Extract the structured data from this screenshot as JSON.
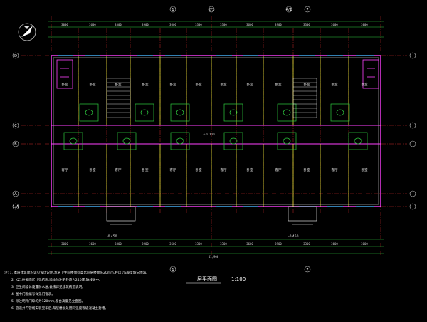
{
  "drawing": {
    "title": "一层平面图",
    "scale": "1:100",
    "top_axes": [
      "1",
      "2/1",
      "4/1",
      "7"
    ],
    "bottom_axes": [
      "1",
      "7"
    ],
    "left_axes": [
      "D",
      "C",
      "B",
      "A",
      "1/A"
    ],
    "rooms_north": [
      "卧室",
      "卧室",
      "卧室",
      "卧室",
      "卧室",
      "卧室",
      "卧室",
      "卧室",
      "卧室",
      "卧室",
      "卧室",
      "卧室"
    ],
    "rooms_south": [
      "客厅",
      "卧室",
      "客厅",
      "卧室",
      "客厅",
      "卧室",
      "客厅",
      "卧室",
      "客厅",
      "卧室",
      "客厅",
      "卧室"
    ],
    "top_dims": [
      "3000",
      "3600",
      "3300",
      "3900",
      "3600",
      "3300",
      "3300",
      "3600",
      "3900",
      "3300",
      "3600",
      "3000"
    ],
    "bottom_dims": [
      "3000",
      "3600",
      "3300",
      "3900",
      "3600",
      "3300",
      "3300",
      "3600",
      "3900",
      "3300",
      "3600",
      "3000"
    ],
    "overall_dim": "41,900",
    "notes": [
      "注: 1. 本层建筑面积详见设计说明,本层卫生间楼面标高比同层楼面低20mm,并以1%坡度坡向地漏。",
      "2. KZ1柱截面尺寸见结施,墙体除注明外均为240厚,轴线居中。",
      "3. 卫生间墙体设置防水层,做法详见建筑构造说明。",
      "4. 图中门窗编号详见门窗表。",
      "5. 除注明外门垛均为120mm,窗台高度见立面图。",
      "6. 管道井内管线安装完毕后,每层楼板处用同强度等级混凝土封堵。"
    ],
    "elevation_marks": [
      "-0.450",
      "-0.450",
      "±0.000"
    ]
  }
}
